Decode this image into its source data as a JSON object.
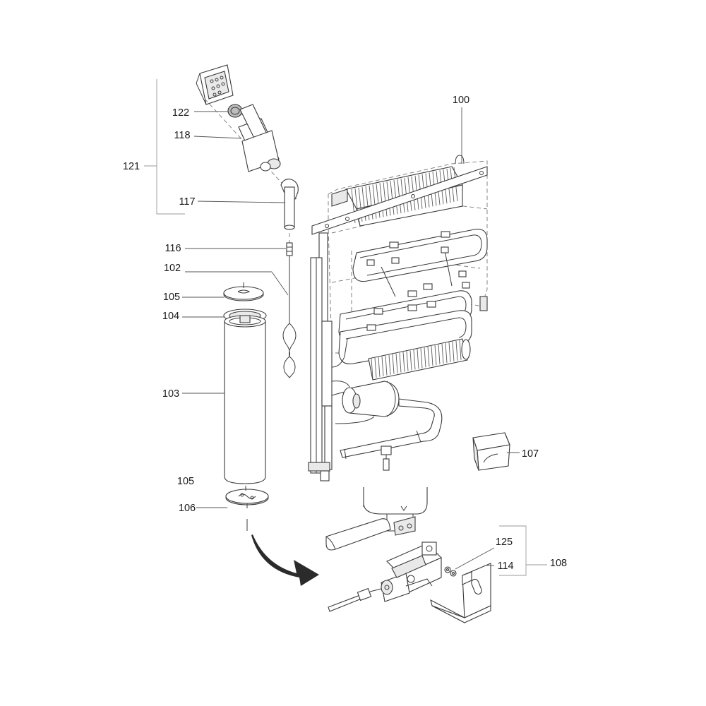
{
  "callouts": {
    "c100": "100",
    "c102": "102",
    "c103": "103",
    "c104": "104",
    "c105_top": "105",
    "c105_bottom": "105",
    "c106": "106",
    "c107": "107",
    "c108": "108",
    "c114": "114",
    "c116": "116",
    "c117": "117",
    "c118": "118",
    "c121": "121",
    "c122": "122",
    "c125": "125"
  }
}
